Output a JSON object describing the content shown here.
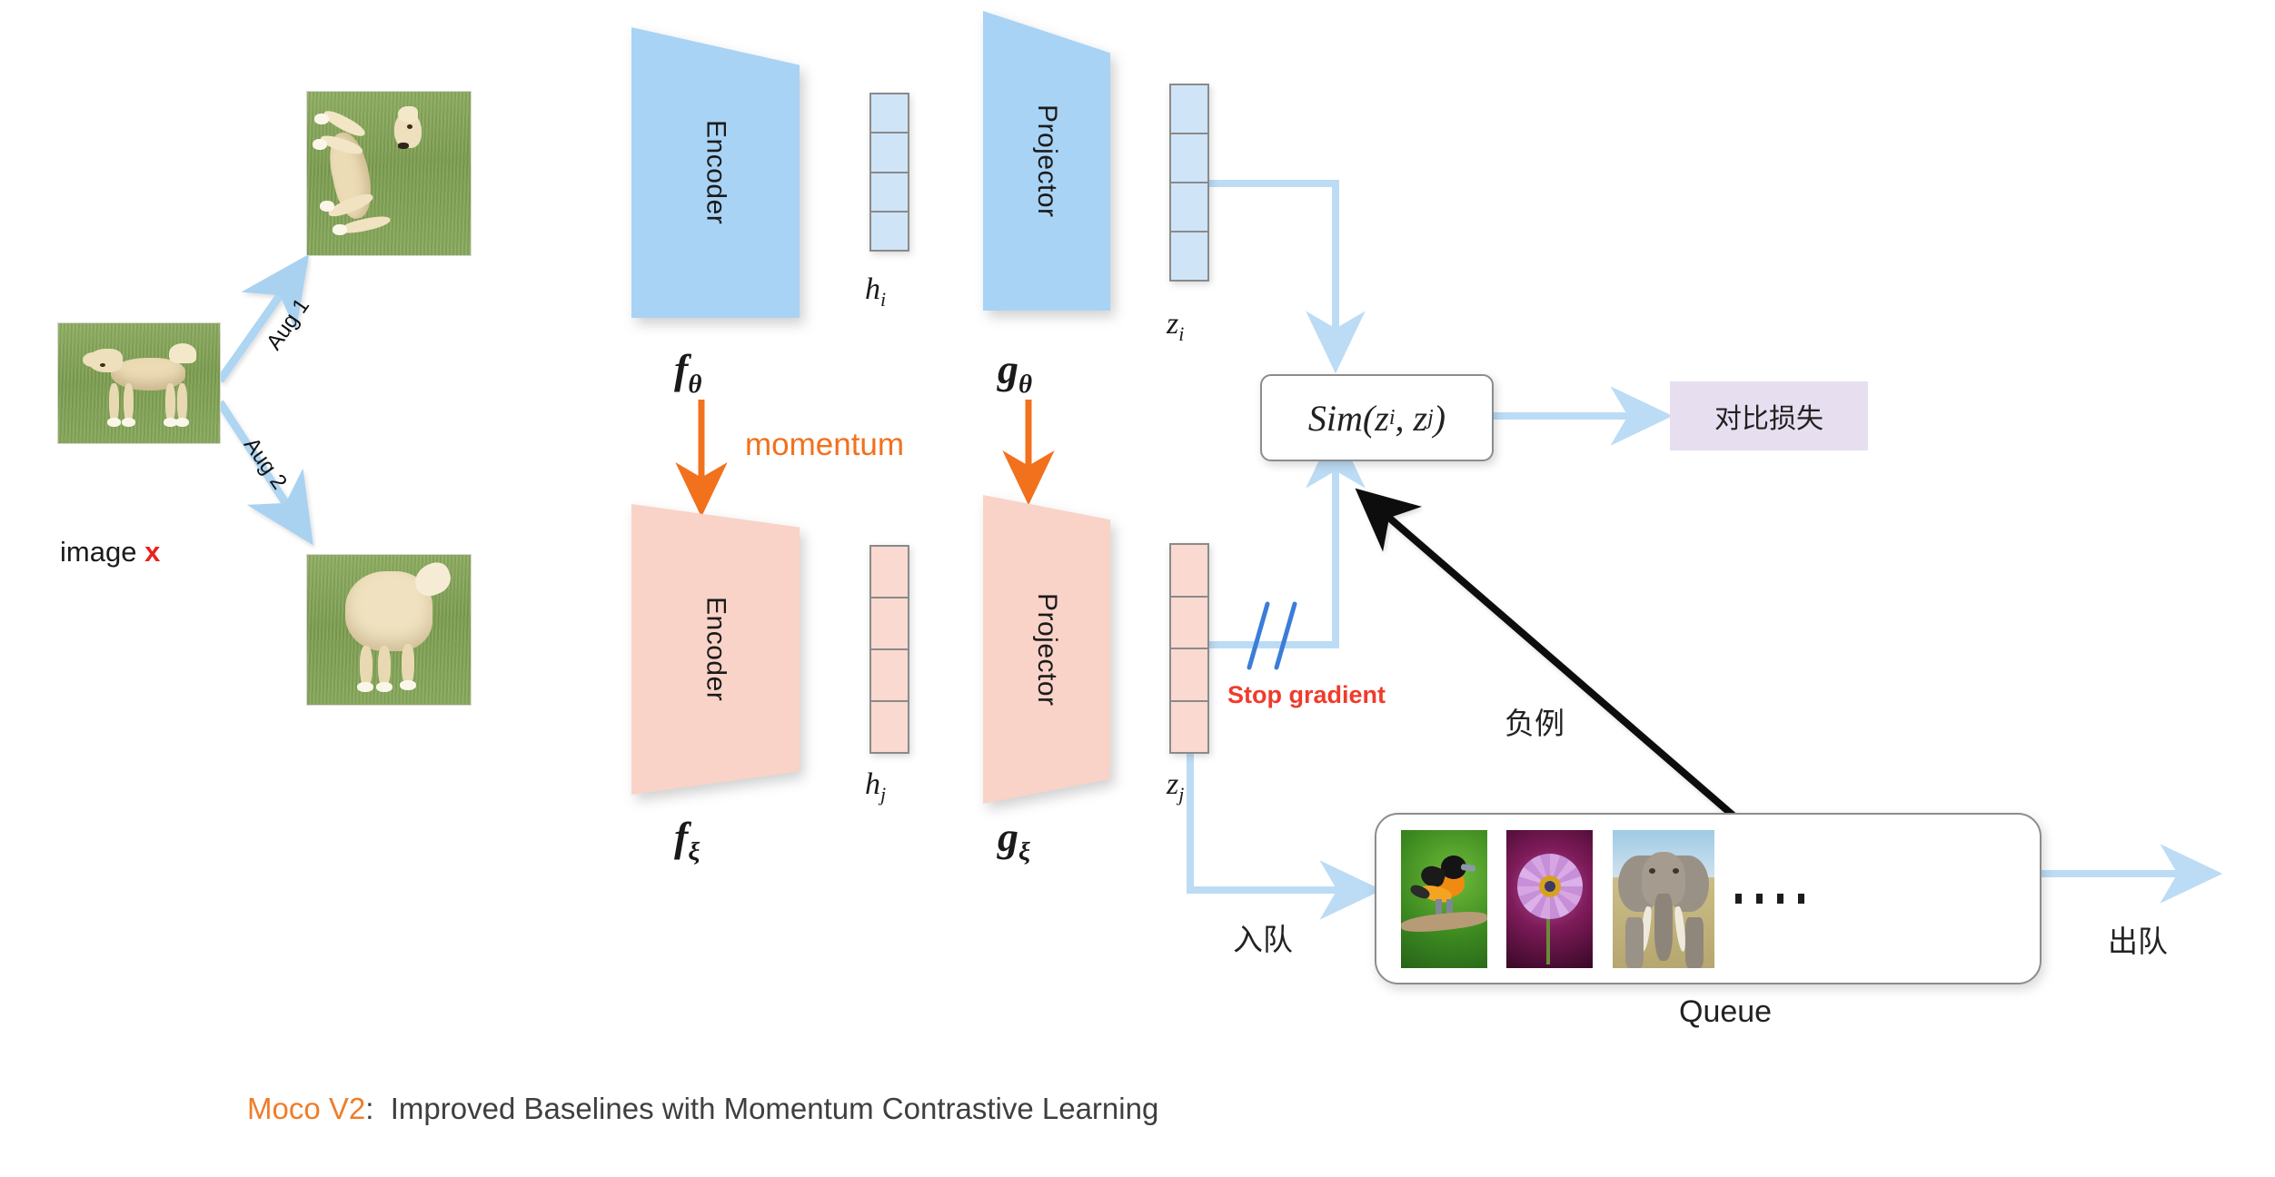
{
  "diagram": {
    "title": "MoCo v2 contrastive learning architecture",
    "colors": {
      "online_branch": "#a8d3f5",
      "momentum_branch": "#f9d3c8",
      "vector_blue": "#cfe4f7",
      "vector_pink": "#f9d9d0",
      "momentum_orange": "#f2711c",
      "stop_gradient_red": "#ef3b2c",
      "flow_light_blue": "#bcdcf5",
      "loss_box_purple": "#e7dff0",
      "slash_blue": "#3b7dd8",
      "caption_accent": "#ef7d2a",
      "caption_text": "#3f3f3f"
    },
    "source_image": {
      "label": "image x",
      "label_plain": "image",
      "label_accent": "x"
    },
    "augmentations": [
      {
        "name": "aug-1",
        "label": "Aug 1"
      },
      {
        "name": "aug-2",
        "label": "Aug 2"
      }
    ],
    "online_branch": {
      "encoder_label": "Encoder",
      "projector_label": "Projector",
      "encoder_param": "f",
      "encoder_param_sub": "θ",
      "projector_param": "g",
      "projector_param_sub": "θ",
      "hidden_label": "h",
      "hidden_sub": "i",
      "embedding_label": "z",
      "embedding_sub": "i",
      "vector_cells": 4
    },
    "momentum_branch": {
      "encoder_label": "Encoder",
      "projector_label": "Projector",
      "encoder_param": "f",
      "encoder_param_sub": "ξ",
      "projector_param": "g",
      "projector_param_sub": "ξ",
      "hidden_label": "h",
      "hidden_sub": "j",
      "embedding_label": "z",
      "embedding_sub": "j",
      "vector_cells": 4
    },
    "momentum_update": {
      "label": "momentum"
    },
    "stop_gradient": {
      "label": "Stop gradient",
      "marker": "//"
    },
    "similarity": {
      "fn": "Sim",
      "open": "(",
      "arg1": "z",
      "arg1_sub": "i",
      "comma": ",",
      "arg2": "z",
      "arg2_sub": "j",
      "close": ")"
    },
    "loss": {
      "label": "对比损失"
    },
    "queue": {
      "caption": "Queue",
      "enqueue_label": "入队",
      "dequeue_label": "出队",
      "negatives_label": "负例",
      "ellipsis": "....",
      "items": [
        {
          "name": "queue-image-bird",
          "alt": "bird"
        },
        {
          "name": "queue-image-flower",
          "alt": "flower"
        },
        {
          "name": "queue-image-elephant",
          "alt": "elephant"
        }
      ]
    },
    "caption": {
      "accent": "Moco V2",
      "colon": ":",
      "rest": "Improved Baselines with Momentum Contrastive Learning"
    }
  }
}
